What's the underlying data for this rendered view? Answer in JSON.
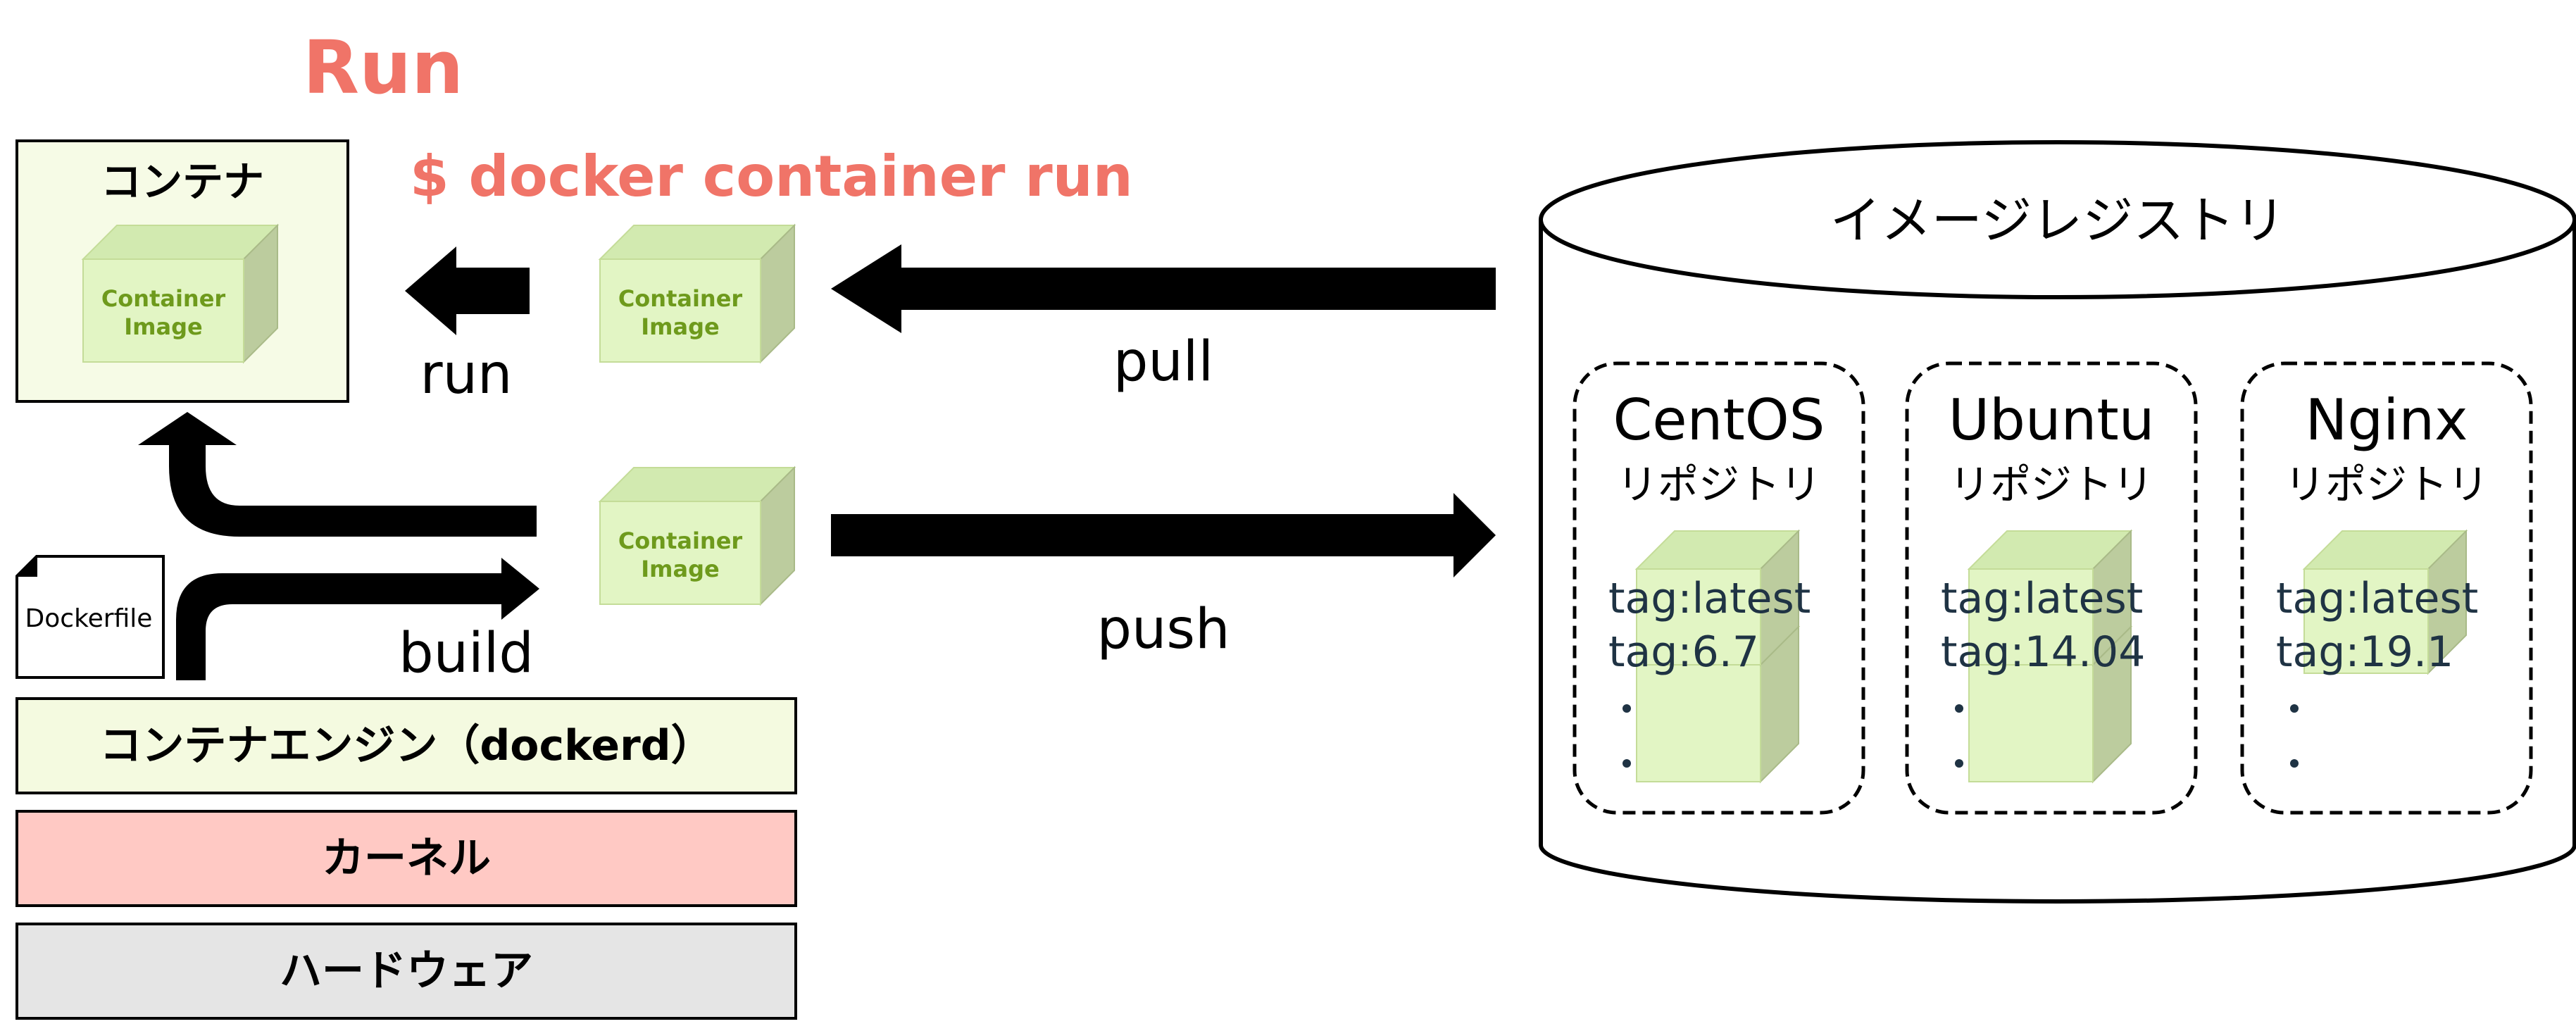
{
  "title": "Run",
  "command": "$ docker container run",
  "container_box": {
    "label": "コンテナ"
  },
  "image_label": "Container\nImage",
  "dockerfile_label": "Dockerfile",
  "arrows": {
    "run": "run",
    "pull": "pull",
    "push": "push",
    "build": "build"
  },
  "layers": [
    {
      "label": "コンテナエンジン（dockerd）",
      "color": "#f4fae0"
    },
    {
      "label": "カーネル",
      "color": "#ffc9c4"
    },
    {
      "label": "ハードウェア",
      "color": "#e5e5e5"
    }
  ],
  "registry": {
    "label": "イメージレジストリ",
    "repositories": [
      {
        "name": "CentOS",
        "suffix": "リポジトリ",
        "tags": [
          "tag:latest",
          "tag:6.7"
        ],
        "stacked": true
      },
      {
        "name": "Ubuntu",
        "suffix": "リポジトリ",
        "tags": [
          "tag:latest",
          "tag:14.04"
        ],
        "stacked": true
      },
      {
        "name": "Nginx",
        "suffix": "リポジトリ",
        "tags": [
          "tag:latest",
          "tag:19.1"
        ],
        "stacked": false
      }
    ]
  },
  "colors": {
    "accent": "#f07468",
    "cube_front": "#e2f5c4",
    "cube_top": "#d2eab0",
    "cube_side": "#bccc9e",
    "cube_text": "#6e9a1c",
    "container_bg": "#f6fbe6",
    "tag_text": "#1f3344"
  }
}
